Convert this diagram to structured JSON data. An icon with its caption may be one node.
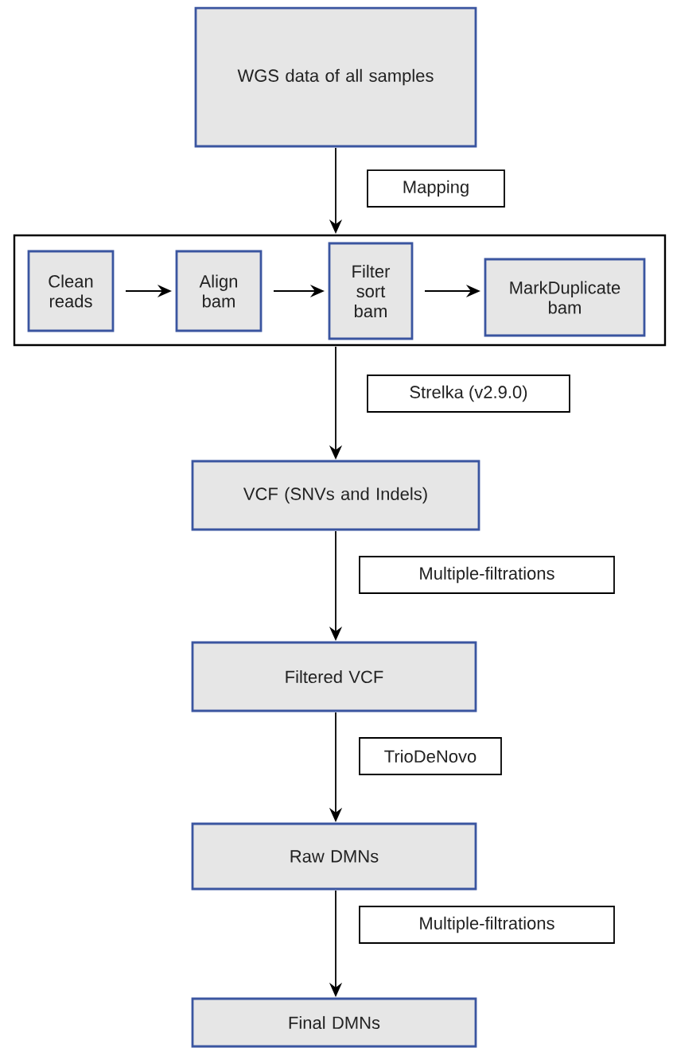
{
  "diagram": {
    "nodes": [
      {
        "text": [
          "WGS data of all samples"
        ]
      },
      {
        "text": [],
        "shape": "box"
      },
      {
        "text": [
          "Clean reads"
        ],
        "in": 1
      },
      {
        "text": [
          "Align bam"
        ],
        "in": 1
      },
      {
        "text": [
          "Filter sort bam"
        ],
        "in": 1
      },
      {
        "text": [
          "MarkDuplicate bam"
        ],
        "in": 1
      },
      {
        "text": [
          "VCF (SNVs and Indels)"
        ]
      },
      {
        "text": [
          "Filtered VCF"
        ]
      },
      {
        "text": [
          "Raw DMNs"
        ]
      },
      {
        "text": [
          "Final DMNs"
        ]
      }
    ],
    "edges": [
      {
        "from": 0,
        "to": 1,
        "arrow": "to",
        "label": "Mapping"
      },
      {
        "from": 2,
        "to": 3,
        "arrow": "to"
      },
      {
        "from": 3,
        "to": 4,
        "arrow": "to"
      },
      {
        "from": 4,
        "to": 5,
        "arrow": "to"
      },
      {
        "from": 1,
        "to": 6,
        "arrow": "to",
        "label": "Strelka (v2.9.0)"
      },
      {
        "from": 6,
        "to": 7,
        "arrow": "to",
        "label": "Multiple-filtrations"
      },
      {
        "from": 7,
        "to": 8,
        "arrow": "to",
        "label": "TrioDeNovo"
      },
      {
        "from": 8,
        "to": 9,
        "arrow": "to",
        "label": "Multiple-filtrations"
      }
    ]
  }
}
